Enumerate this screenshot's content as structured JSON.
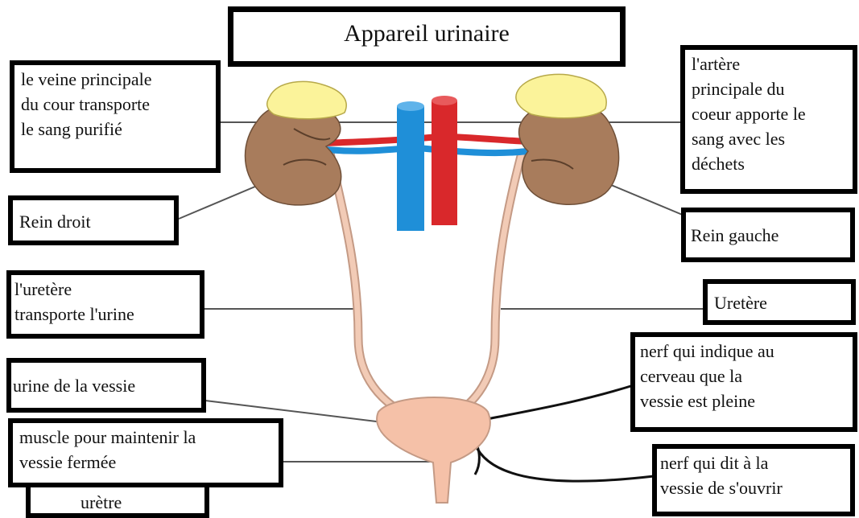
{
  "title": "Appareil urinaire",
  "labels": {
    "veine": "le veine principale\ndu cour transporte\nle sang purifié",
    "artere": "l'artère\nprincipale du\ncoeur apporte le\nsang avec les\ndéchets",
    "rein_droit": "Rein droit",
    "rein_gauche": "Rein gauche",
    "uretere_transport": "l'uretère\ntransporte l'urine",
    "uretere": "Uretère",
    "urine_vessie": "urine de la vessie",
    "nerf_plein": "nerf qui indique au\ncerveau que la\nvessie est pleine",
    "muscle": "muscle pour maintenir la\nvessie fermée",
    "nerf_ouvrir": "nerf qui dit à la\nvessie de s'ouvrir",
    "uretre": "urètre"
  },
  "colors": {
    "kidney": "#a87c5c",
    "adrenal": "#fbf39a",
    "vein": "#1f8fd8",
    "artery": "#d9282b",
    "ureter": "#f2cbb6",
    "bladder": "#f5c1a8"
  }
}
